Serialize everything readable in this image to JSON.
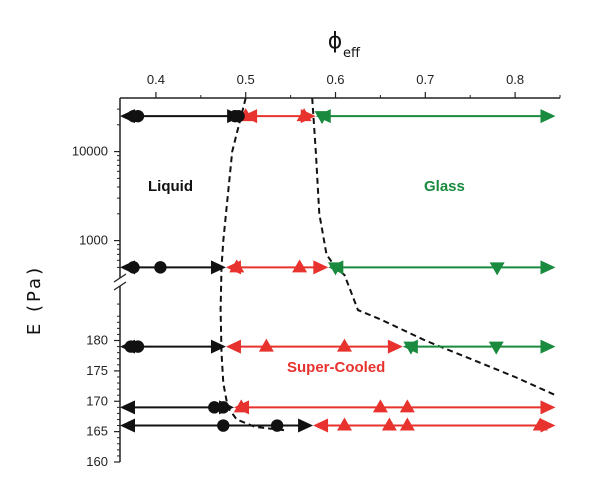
{
  "chart_data": {
    "type": "scatter",
    "top_axis": {
      "label_symbol": "ϕ",
      "label_subscript": "eff",
      "range": [
        0.36,
        0.85
      ],
      "ticks": [
        0.4,
        0.5,
        0.6,
        0.7,
        0.8
      ]
    },
    "left_axis": {
      "label": "E (Pa)",
      "broken": true,
      "upper_segment": {
        "scale": "log",
        "range": [
          400,
          40000
        ],
        "ticks": [
          1000,
          10000
        ]
      },
      "lower_segment": {
        "scale": "linear",
        "range": [
          160,
          187
        ],
        "ticks": [
          160,
          165,
          170,
          175,
          180
        ]
      }
    },
    "regions": [
      {
        "name": "Liquid",
        "color": "#111111"
      },
      {
        "name": "Glass",
        "color": "#1a8a3e"
      },
      {
        "name": "Super-Cooled",
        "color": "#e8322e"
      }
    ],
    "colors": {
      "liquid": "#111111",
      "supercooled": "#e8322e",
      "glass": "#1a8a3e",
      "boundary": "#111111"
    },
    "rows": [
      {
        "E": 25000,
        "segment": "upper",
        "liquid": {
          "range": [
            0.36,
            0.496
          ],
          "circles": [
            0.375,
            0.38,
            0.488,
            0.492
          ]
        },
        "supercooled": {
          "range": [
            0.496,
            0.578
          ],
          "triangles": [
            0.5,
            0.565
          ]
        },
        "glass": {
          "range": [
            0.578,
            0.845
          ],
          "inverted_triangles": [
            0.585
          ]
        }
      },
      {
        "E": 500,
        "segment": "upper",
        "liquid": {
          "range": [
            0.36,
            0.478
          ],
          "circles": [
            0.375,
            0.405
          ]
        },
        "supercooled": {
          "range": [
            0.478,
            0.592
          ],
          "triangles": [
            0.49,
            0.56
          ]
        },
        "glass": {
          "range": [
            0.592,
            0.845
          ],
          "inverted_triangles": [
            0.6,
            0.78
          ]
        }
      },
      {
        "E": 179,
        "segment": "lower",
        "liquid": {
          "range": [
            0.36,
            0.478
          ],
          "circles": [
            0.372,
            0.38
          ]
        },
        "supercooled": {
          "range": [
            0.478,
            0.675
          ],
          "triangles": [
            0.523,
            0.61
          ]
        },
        "glass": {
          "range": [
            0.675,
            0.845
          ],
          "inverted_triangles": [
            0.684,
            0.779
          ]
        }
      },
      {
        "E": 169,
        "segment": "lower",
        "liquid": {
          "range": [
            0.36,
            0.487
          ],
          "circles": [
            0.465,
            0.475
          ]
        },
        "supercooled": {
          "range": [
            0.487,
            0.845
          ],
          "triangles": [
            0.495,
            0.65,
            0.68
          ]
        },
        "glass": null
      },
      {
        "E": 166,
        "segment": "lower",
        "liquid": {
          "range": [
            0.36,
            0.575
          ],
          "circles": [
            0.475,
            0.535
          ]
        },
        "supercooled": {
          "range": [
            0.575,
            0.845
          ],
          "triangles": [
            0.61,
            0.66,
            0.68,
            0.828
          ]
        },
        "glass": null
      }
    ],
    "boundaries": [
      {
        "name": "liquid-supercooled",
        "style": "dashed",
        "points": [
          {
            "x": 0.5,
            "E": 40000
          },
          {
            "x": 0.485,
            "E": 10000
          },
          {
            "x": 0.475,
            "E": 1000
          },
          {
            "x": 0.473,
            "E": 500
          },
          {
            "x": 0.472,
            "E": 185
          },
          {
            "x": 0.473,
            "E": 178
          },
          {
            "x": 0.475,
            "E": 173
          },
          {
            "x": 0.48,
            "E": 169
          },
          {
            "x": 0.49,
            "E": 167
          },
          {
            "x": 0.51,
            "E": 165.8
          },
          {
            "x": 0.545,
            "E": 165.2
          }
        ]
      },
      {
        "name": "supercooled-glass",
        "style": "dashed",
        "points": [
          {
            "x": 0.574,
            "E": 40000
          },
          {
            "x": 0.578,
            "E": 10000
          },
          {
            "x": 0.582,
            "E": 2000
          },
          {
            "x": 0.59,
            "E": 700
          },
          {
            "x": 0.6,
            "E": 500
          },
          {
            "x": 0.61,
            "E": 410
          },
          {
            "x": 0.625,
            "E": 185
          },
          {
            "x": 0.65,
            "E": 183.5
          },
          {
            "x": 0.7,
            "E": 180
          },
          {
            "x": 0.75,
            "E": 177
          },
          {
            "x": 0.8,
            "E": 174
          },
          {
            "x": 0.845,
            "E": 171
          }
        ]
      }
    ]
  }
}
